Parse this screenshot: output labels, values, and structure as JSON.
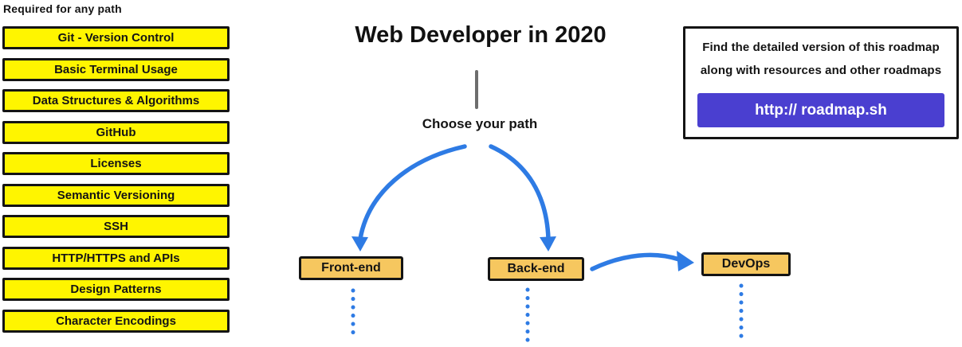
{
  "sidebar": {
    "header": "Required for any path",
    "items": [
      "Git - Version Control",
      "Basic Terminal Usage",
      "Data Structures & Algorithms",
      "GitHub",
      "Licenses",
      "Semantic Versioning",
      "SSH",
      "HTTP/HTTPS and APIs",
      "Design Patterns",
      "Character Encodings"
    ]
  },
  "main": {
    "title": "Web Developer in 2020",
    "subtitle": "Choose your path",
    "paths": [
      {
        "label": "Front-end"
      },
      {
        "label": "Back-end"
      },
      {
        "label": "DevOps"
      }
    ]
  },
  "info_box": {
    "line1": "Find the detailed version of this roadmap",
    "line2": "along with resources and other roadmaps",
    "button_label": "http:// roadmap.sh"
  },
  "colors": {
    "highlight_yellow": "#fff500",
    "path_box_amber": "#f6c75f",
    "arrow_blue": "#2e7be4",
    "button_purple": "#4a3fd0"
  }
}
